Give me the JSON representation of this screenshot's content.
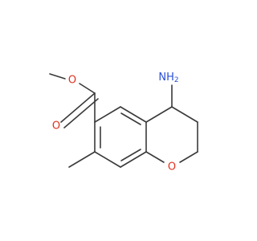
{
  "molecule": {
    "atoms": {
      "nh2": {
        "label": "NH",
        "subscript": "2"
      },
      "ring_o": {
        "label": "O"
      },
      "carbonyl_o": {
        "label": "O"
      },
      "ester_o": {
        "label": "O"
      }
    }
  },
  "colors": {
    "bond": "#3a3a3a",
    "oxygen": "#e0301e",
    "nitrogen": "#2b4fd6"
  }
}
